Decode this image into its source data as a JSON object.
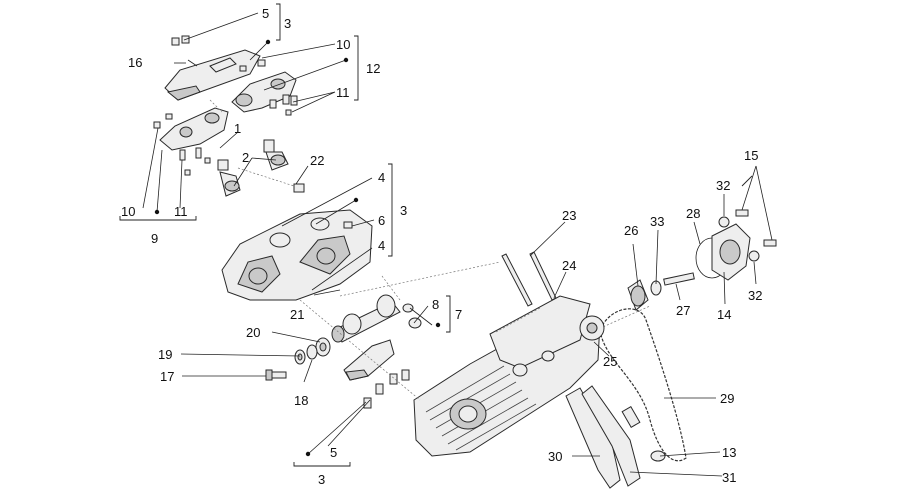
{
  "callouts": [
    {
      "id": "c5a",
      "text": "5"
    },
    {
      "id": "c3a",
      "text": "3"
    },
    {
      "id": "c16",
      "text": "16"
    },
    {
      "id": "c10a",
      "text": "10"
    },
    {
      "id": "c12",
      "text": "12"
    },
    {
      "id": "c11a",
      "text": "11"
    },
    {
      "id": "c1",
      "text": "1"
    },
    {
      "id": "c2",
      "text": "2"
    },
    {
      "id": "c22",
      "text": "22"
    },
    {
      "id": "c10b",
      "text": "10"
    },
    {
      "id": "c11b",
      "text": "11"
    },
    {
      "id": "c9",
      "text": "9"
    },
    {
      "id": "c4a",
      "text": "4"
    },
    {
      "id": "c3b",
      "text": "3"
    },
    {
      "id": "c6",
      "text": "6"
    },
    {
      "id": "c4b",
      "text": "4"
    },
    {
      "id": "c15",
      "text": "15"
    },
    {
      "id": "c32a",
      "text": "32"
    },
    {
      "id": "c23",
      "text": "23"
    },
    {
      "id": "c26",
      "text": "26"
    },
    {
      "id": "c33",
      "text": "33"
    },
    {
      "id": "c28",
      "text": "28"
    },
    {
      "id": "c24",
      "text": "24"
    },
    {
      "id": "c8",
      "text": "8"
    },
    {
      "id": "c7",
      "text": "7"
    },
    {
      "id": "c21",
      "text": "21"
    },
    {
      "id": "c27",
      "text": "27"
    },
    {
      "id": "c14",
      "text": "14"
    },
    {
      "id": "c32b",
      "text": "32"
    },
    {
      "id": "c20",
      "text": "20"
    },
    {
      "id": "c19",
      "text": "19"
    },
    {
      "id": "c25",
      "text": "25"
    },
    {
      "id": "c17",
      "text": "17"
    },
    {
      "id": "c18",
      "text": "18"
    },
    {
      "id": "c29",
      "text": "29"
    },
    {
      "id": "c13",
      "text": "13"
    },
    {
      "id": "c5b",
      "text": "5"
    },
    {
      "id": "c30",
      "text": "30"
    },
    {
      "id": "c31",
      "text": "31"
    },
    {
      "id": "c3c",
      "text": "3"
    }
  ]
}
